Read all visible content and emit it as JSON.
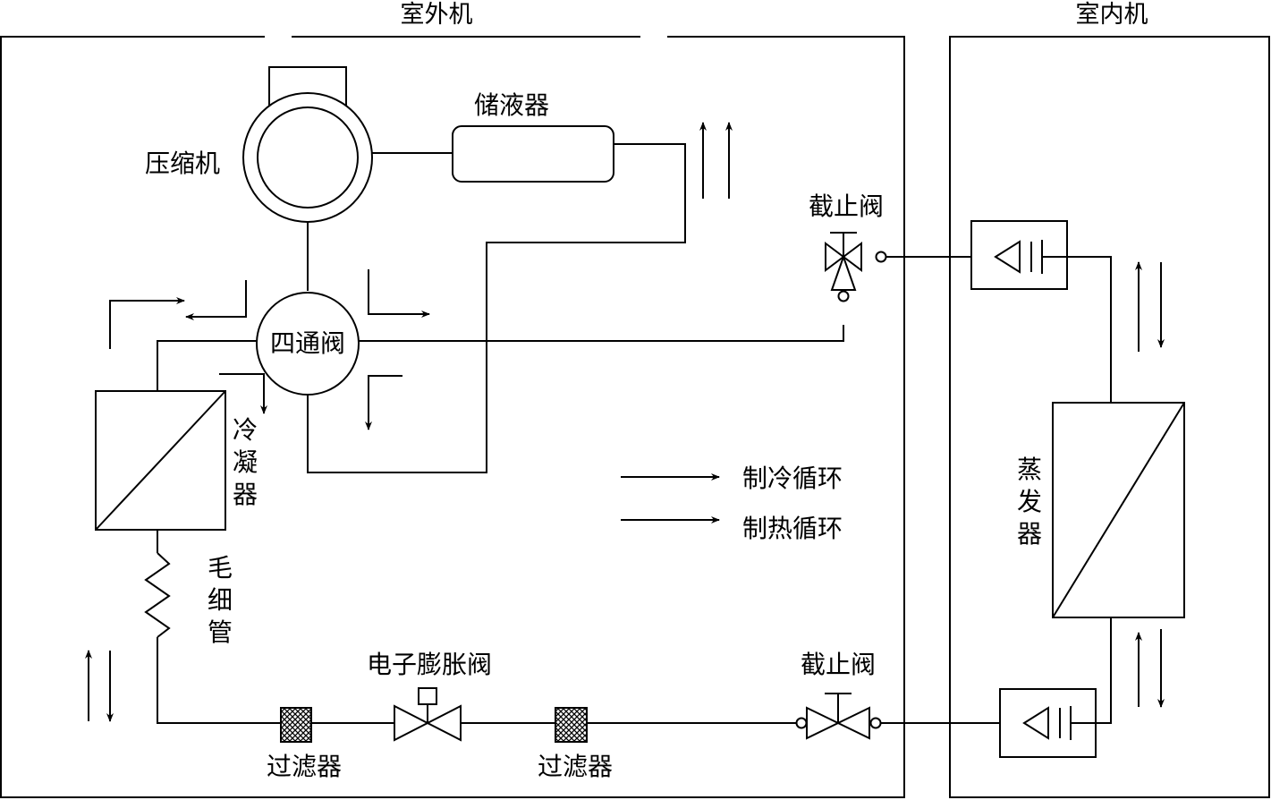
{
  "units": {
    "outdoor": "室外机",
    "indoor": "室内机"
  },
  "components": {
    "compressor": "压缩机",
    "receiver": "储液器",
    "four_way_valve": "四通阀",
    "condenser": [
      "冷",
      "凝",
      "器"
    ],
    "capillary": [
      "毛",
      "细",
      "管"
    ],
    "evaporator": [
      "蒸",
      "发",
      "器"
    ],
    "stop_valve_top": "截止阀",
    "stop_valve_bottom": "截止阀",
    "expansion_valve": "电子膨胀阀",
    "filter_left": "过滤器",
    "filter_right": "过滤器"
  },
  "legend": {
    "cooling": "制冷循环",
    "heating": "制热循环"
  },
  "colors": {
    "line": "#000000",
    "background": "#ffffff"
  }
}
